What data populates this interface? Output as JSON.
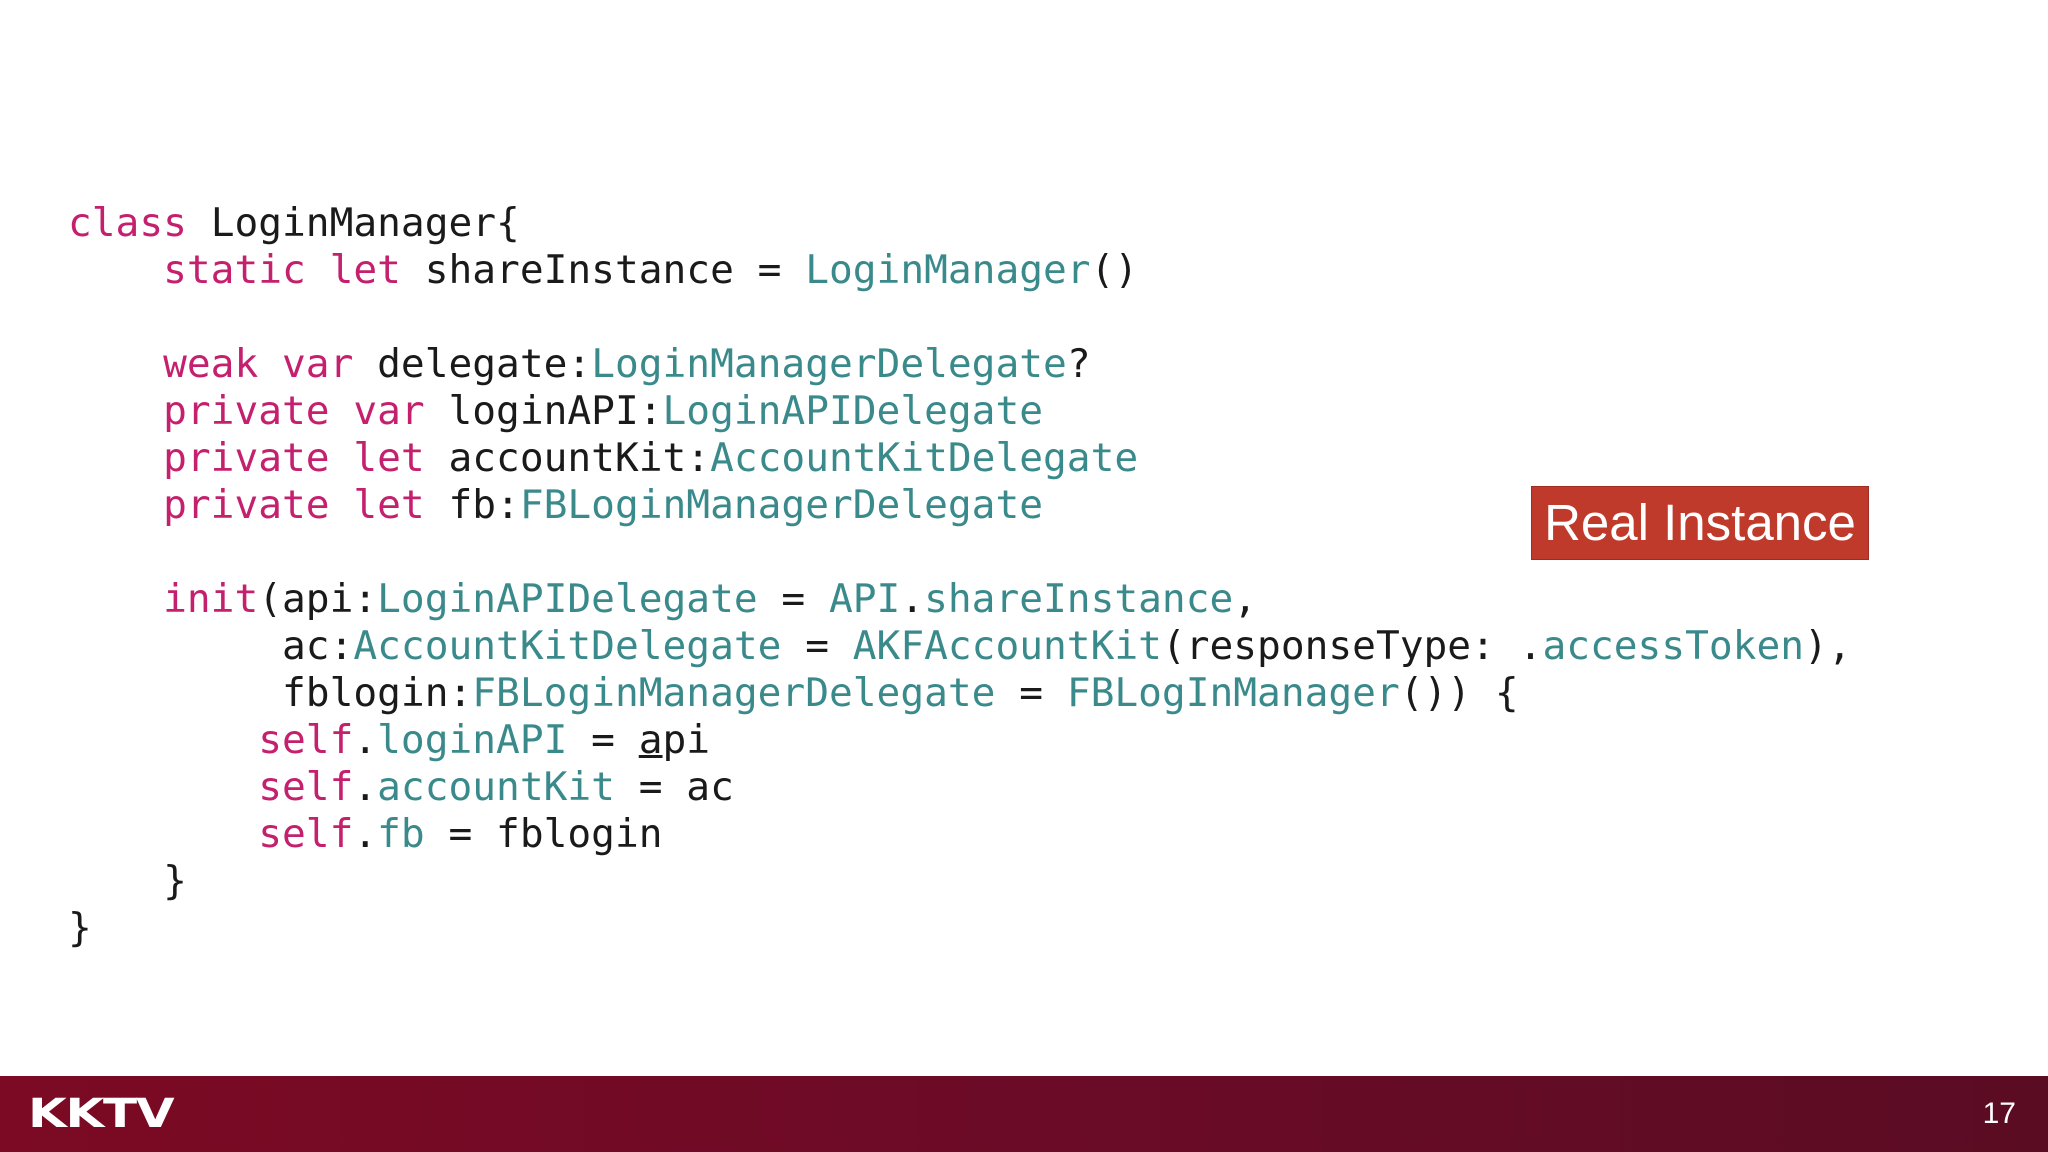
{
  "code": {
    "lines": [
      [
        {
          "t": "class ",
          "c": "kw"
        },
        {
          "t": "LoginManager{",
          "c": "pl"
        }
      ],
      [
        {
          "t": "    static let ",
          "c": "kw"
        },
        {
          "t": "shareInstance = ",
          "c": "pl"
        },
        {
          "t": "LoginManager",
          "c": "ty"
        },
        {
          "t": "()",
          "c": "pl"
        }
      ],
      [],
      [
        {
          "t": "    weak var ",
          "c": "kw"
        },
        {
          "t": "delegate:",
          "c": "pl"
        },
        {
          "t": "LoginManagerDelegate",
          "c": "ty"
        },
        {
          "t": "?",
          "c": "pl"
        }
      ],
      [
        {
          "t": "    private var ",
          "c": "kw"
        },
        {
          "t": "loginAPI:",
          "c": "pl"
        },
        {
          "t": "LoginAPIDelegate",
          "c": "ty"
        }
      ],
      [
        {
          "t": "    private let ",
          "c": "kw"
        },
        {
          "t": "accountKit:",
          "c": "pl"
        },
        {
          "t": "AccountKitDelegate",
          "c": "ty"
        }
      ],
      [
        {
          "t": "    private let ",
          "c": "kw"
        },
        {
          "t": "fb:",
          "c": "pl"
        },
        {
          "t": "FBLoginManagerDelegate",
          "c": "ty"
        }
      ],
      [],
      [
        {
          "t": "    init",
          "c": "kw"
        },
        {
          "t": "(api:",
          "c": "pl"
        },
        {
          "t": "LoginAPIDelegate",
          "c": "ty"
        },
        {
          "t": " = ",
          "c": "pl"
        },
        {
          "t": "API",
          "c": "ty"
        },
        {
          "t": ".",
          "c": "pl"
        },
        {
          "t": "shareInstance",
          "c": "ty"
        },
        {
          "t": ",",
          "c": "pl"
        }
      ],
      [
        {
          "t": "         ac:",
          "c": "pl"
        },
        {
          "t": "AccountKitDelegate",
          "c": "ty"
        },
        {
          "t": " = ",
          "c": "pl"
        },
        {
          "t": "AKFAccountKit",
          "c": "ty"
        },
        {
          "t": "(responseType: .",
          "c": "pl"
        },
        {
          "t": "accessToken",
          "c": "ty"
        },
        {
          "t": "),",
          "c": "pl"
        }
      ],
      [
        {
          "t": "         fblogin:",
          "c": "pl"
        },
        {
          "t": "FBLoginManagerDelegate",
          "c": "ty"
        },
        {
          "t": " = ",
          "c": "pl"
        },
        {
          "t": "FBLogInManager",
          "c": "ty"
        },
        {
          "t": "()) {",
          "c": "pl"
        }
      ],
      [
        {
          "t": "        self",
          "c": "kw"
        },
        {
          "t": ".",
          "c": "pl"
        },
        {
          "t": "loginAPI",
          "c": "ty"
        },
        {
          "t": " = ",
          "c": "pl"
        },
        {
          "t": "a",
          "c": "pl ul"
        },
        {
          "t": "pi",
          "c": "pl"
        }
      ],
      [
        {
          "t": "        self",
          "c": "kw"
        },
        {
          "t": ".",
          "c": "pl"
        },
        {
          "t": "accountKit",
          "c": "ty"
        },
        {
          "t": " = ac",
          "c": "pl"
        }
      ],
      [
        {
          "t": "        self",
          "c": "kw"
        },
        {
          "t": ".",
          "c": "pl"
        },
        {
          "t": "fb",
          "c": "ty"
        },
        {
          "t": " = fblogin",
          "c": "pl"
        }
      ],
      [
        {
          "t": "    }",
          "c": "pl"
        }
      ],
      [
        {
          "t": "}",
          "c": "pl"
        }
      ]
    ]
  },
  "badge": {
    "label": "Real Instance",
    "color": "#bf3a2a"
  },
  "footer": {
    "logo": "KKTV",
    "page_number": "17",
    "color": "#7c0a24"
  },
  "colors": {
    "keyword": "#c4206e",
    "type": "#3a8a8c",
    "plain": "#1a1a1a"
  }
}
